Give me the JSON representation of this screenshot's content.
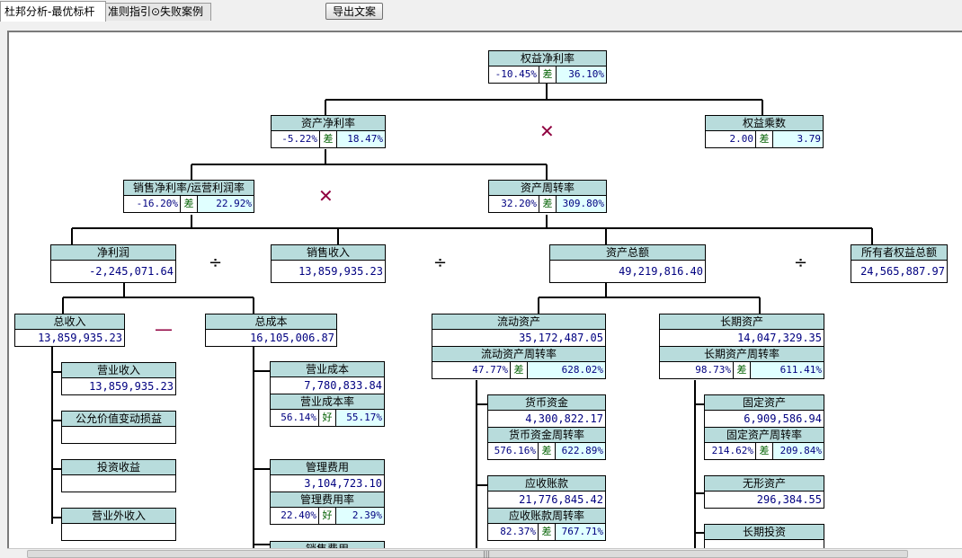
{
  "tabs": [
    {
      "label": "杜邦分析-最优标杆"
    },
    {
      "label": "准则指引⊙失败案例"
    }
  ],
  "toolbar": {
    "export_label": "导出文案"
  },
  "ops": {
    "multiply": "✕",
    "divide": "÷",
    "minus": "—"
  },
  "colors": {
    "header_bg": "#b8dcdc",
    "value_text": "#000080",
    "rating_text": "#006000",
    "benchmark_bg": "#e0ffff",
    "operator": "#900040"
  },
  "nodes": {
    "roe": {
      "title": "权益净利率",
      "actual": "-10.45%",
      "rating": "差",
      "benchmark": "36.10%"
    },
    "roa": {
      "title": "资产净利率",
      "actual": "-5.22%",
      "rating": "差",
      "benchmark": "18.47%"
    },
    "equity_multiplier": {
      "title": "权益乘数",
      "actual": "2.00",
      "rating": "差",
      "benchmark": "3.79"
    },
    "net_margin": {
      "title": "销售净利率/运营利润率",
      "actual": "-16.20%",
      "rating": "差",
      "benchmark": "22.92%"
    },
    "asset_turnover": {
      "title": "资产周转率",
      "actual": "32.20%",
      "rating": "差",
      "benchmark": "309.80%"
    },
    "net_profit": {
      "title": "净利润",
      "value": "-2,245,071.64"
    },
    "sales_revenue": {
      "title": "销售收入",
      "value": "13,859,935.23"
    },
    "total_assets": {
      "title": "资产总额",
      "value": "49,219,816.40"
    },
    "owner_equity": {
      "title": "所有者权益总额",
      "value": "24,565,887.97"
    },
    "total_revenue": {
      "title": "总收入",
      "value": "13,859,935.23"
    },
    "total_cost": {
      "title": "总成本",
      "value": "16,105,006.87"
    },
    "operating_revenue": {
      "title": "营业收入",
      "value": "13,859,935.23"
    },
    "fair_value_gain": {
      "title": "公允价值变动损益",
      "value": ""
    },
    "investment_income": {
      "title": "投资收益",
      "value": ""
    },
    "non_operating_income": {
      "title": "营业外收入",
      "value": ""
    },
    "operating_cost": {
      "title": "营业成本",
      "value": "7,780,833.84",
      "sub_title": "营业成本率",
      "actual": "56.14%",
      "rating": "好",
      "benchmark": "55.17%"
    },
    "admin_expense": {
      "title": "管理费用",
      "value": "3,104,723.10",
      "sub_title": "管理费用率",
      "actual": "22.40%",
      "rating": "好",
      "benchmark": "2.39%"
    },
    "selling_expense": {
      "title": "销售费用"
    },
    "current_assets": {
      "title": "流动资产",
      "value": "35,172,487.05",
      "sub_title": "流动资产周转率",
      "actual": "47.77%",
      "rating": "差",
      "benchmark": "628.02%"
    },
    "long_term_assets": {
      "title": "长期资产",
      "value": "14,047,329.35",
      "sub_title": "长期资产周转率",
      "actual": "98.73%",
      "rating": "差",
      "benchmark": "611.41%"
    },
    "cash": {
      "title": "货币资金",
      "value": "4,300,822.17",
      "sub_title": "货币资金周转率",
      "actual": "576.16%",
      "rating": "差",
      "benchmark": "622.89%"
    },
    "receivables": {
      "title": "应收账款",
      "value": "21,776,845.42",
      "sub_title": "应收账款周转率",
      "actual": "82.37%",
      "rating": "差",
      "benchmark": "767.71%"
    },
    "fixed_assets": {
      "title": "固定资产",
      "value": "6,909,586.94",
      "sub_title": "固定资产周转率",
      "actual": "214.62%",
      "rating": "差",
      "benchmark": "209.84%"
    },
    "intangible_assets": {
      "title": "无形资产",
      "value": "296,384.55"
    },
    "long_term_investment": {
      "title": "长期投资"
    }
  }
}
